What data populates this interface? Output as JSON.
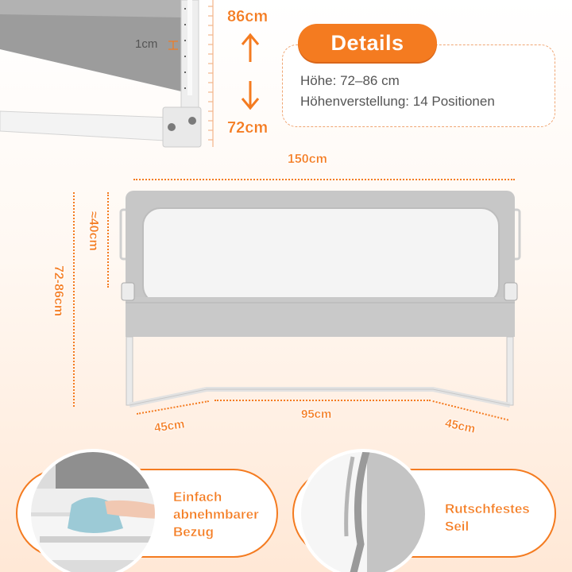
{
  "top": {
    "height_max": "86cm",
    "height_min": "72cm",
    "step": "1cm"
  },
  "details": {
    "title": "Details",
    "lines": [
      "Höhe: 72–86 cm",
      "Höhenverstellung: 14 Positionen"
    ]
  },
  "dimensions": {
    "width": "150cm",
    "height": "72-86cm",
    "fabric_height": "≈40cm",
    "base_left": "45cm",
    "base_middle": "95cm",
    "base_right": "45cm"
  },
  "features": [
    {
      "text": "Einfach\nabnehmbarer\nBezug"
    },
    {
      "text": "Rutschfestes\nSeil"
    }
  ],
  "colors": {
    "accent": "#f47b20",
    "fabric": "#c9c9c9",
    "frame": "#e6e6e6"
  }
}
